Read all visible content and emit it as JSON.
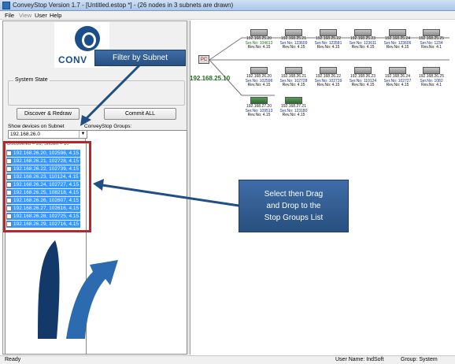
{
  "window": {
    "title": "ConveyStop Version 1.7 - [Untitled.estop *] - (26 nodes in 3 subnets are drawn)"
  },
  "menu": {
    "items": [
      "File",
      "View",
      "User",
      "Help"
    ]
  },
  "left": {
    "logo_text": "CONV",
    "system_state_label": "System State",
    "discover_button": "Discover & Redraw",
    "commit_button": "Commit ALL",
    "show_devices_label": "Show devices on Subnet",
    "groups_label": "ConveyStop Groups:",
    "subnet_value": "192.168.26.0",
    "discovered_text": "Discovered = 26, Shown = 10",
    "devices": [
      "192.168.26.20, 102596, 4.15",
      "192.168.26.21, 102728, 4.15",
      "192.168.26.22, 102739, 4.15",
      "192.168.26.23, 110124, 4.15",
      "192.168.26.24, 102727, 4.15",
      "192.168.26.25, 108218, 4.15",
      "192.168.26.26, 102607, 4.15",
      "192.168.26.27, 102616, 4.15",
      "192.168.26.28, 102725, 4.15",
      "192.168.26.29, 102716, 4.15"
    ]
  },
  "callouts": {
    "filter": "Filter by Subnet",
    "drag_lines": [
      "Select then Drag",
      "and Drop to the",
      "Stop Groups List"
    ]
  },
  "diagram": {
    "pc_label": "PC",
    "pc_ip": "192.168.25.10",
    "row1": [
      {
        "ip": "192.168.25.20",
        "ser": "Ser.No: 104613",
        "rev": "Rev.No: 4.15"
      },
      {
        "ip": "192.168.25.21",
        "ser": "Ser.No: 123609",
        "rev": "Rev.No: 4.15"
      },
      {
        "ip": "192.168.25.22",
        "ser": "Ser.No: 123581",
        "rev": "Rev.No: 4.15"
      },
      {
        "ip": "192.168.25.23",
        "ser": "Ser.No: 123611",
        "rev": "Rev.No: 4.15"
      },
      {
        "ip": "192.168.25.24",
        "ser": "Ser.No: 123606",
        "rev": "Rev.No: 4.15"
      },
      {
        "ip": "192.168.25.25",
        "ser": "Ser.No: 1234",
        "rev": "Rev.No: 4.1"
      }
    ],
    "row2": [
      {
        "ip": "192.168.26.20",
        "ser": "Ser.No: 102596",
        "rev": "Rev.No: 4.15"
      },
      {
        "ip": "192.168.26.21",
        "ser": "Ser.No: 102728",
        "rev": "Rev.No: 4.15"
      },
      {
        "ip": "192.168.26.22",
        "ser": "Ser.No: 102739",
        "rev": "Rev.No: 4.15"
      },
      {
        "ip": "192.168.26.23",
        "ser": "Ser.No: 110124",
        "rev": "Rev.No: 4.15"
      },
      {
        "ip": "192.168.26.24",
        "ser": "Ser.No: 102727",
        "rev": "Rev.No: 4.15"
      },
      {
        "ip": "192.168.26.25",
        "ser": "Ser.No: 1082",
        "rev": "Rev.No: 4.1"
      }
    ],
    "row3": [
      {
        "ip": "192.168.27.20",
        "ser": "Ser.No: 109513",
        "rev": "Rev.No: 4.15"
      },
      {
        "ip": "192.168.27.21",
        "ser": "Ser.No: 123180",
        "rev": "Rev.No: 4.15"
      }
    ]
  },
  "status": {
    "ready": "Ready",
    "user": "User Name: IndSoft",
    "group": "Group: System"
  }
}
